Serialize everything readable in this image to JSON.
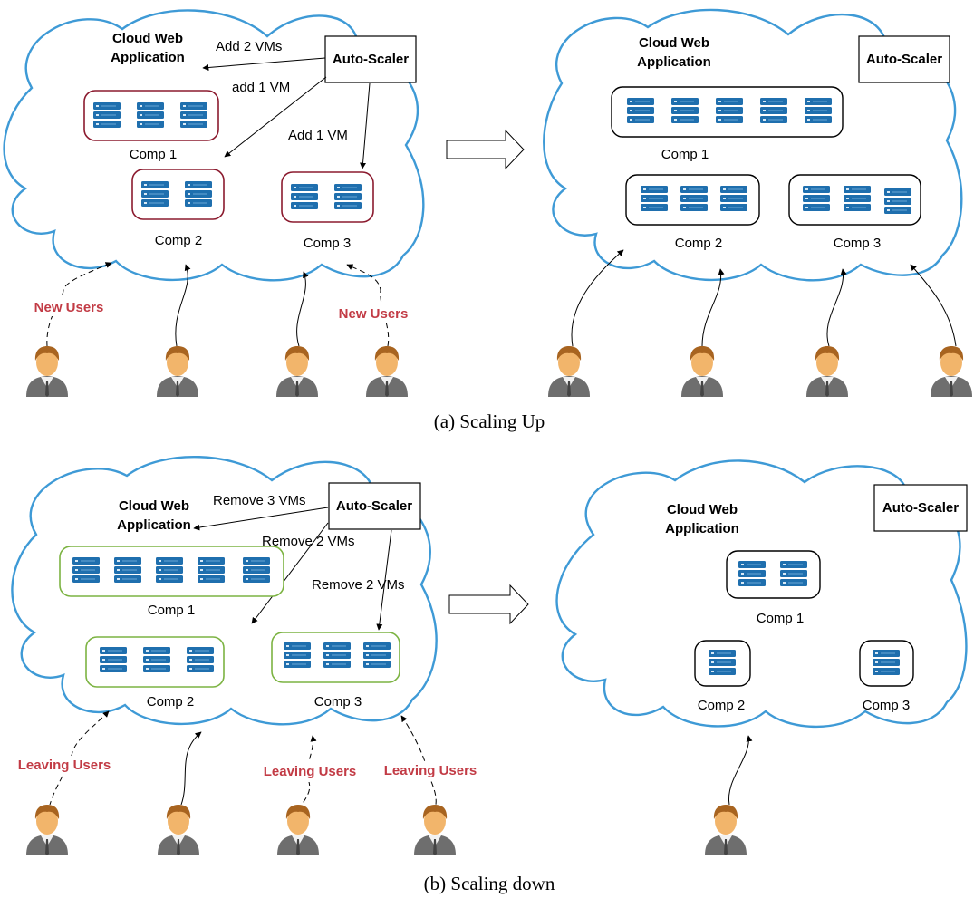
{
  "colors": {
    "cloud_stroke": "#3e9ad6",
    "server_blue": "#1f6fae",
    "up_group_border": "#8b1a2e",
    "down_group_border": "#7cb342",
    "neutral_group_border": "#000000",
    "user_label_red": "#c23b45"
  },
  "icons": {
    "server": "server-icon",
    "user": "user-icon",
    "transition": "arrow-right-icon"
  },
  "scaling_up": {
    "caption": "(a) Scaling Up",
    "before": {
      "cloud_title_line1": "Cloud Web",
      "cloud_title_line2": "Application",
      "autoscaler_label": "Auto-Scaler",
      "actions": [
        "Add 2 VMs",
        "add 1 VM",
        "Add 1 VM"
      ],
      "components": [
        {
          "label": "Comp 1",
          "vms": 3
        },
        {
          "label": "Comp 2",
          "vms": 2
        },
        {
          "label": "Comp 3",
          "vms": 2
        }
      ],
      "user_labels": [
        "New Users",
        "New Users"
      ]
    },
    "after": {
      "cloud_title_line1": "Cloud Web",
      "cloud_title_line2": "Application",
      "autoscaler_label": "Auto-Scaler",
      "components": [
        {
          "label": "Comp 1",
          "vms": 5
        },
        {
          "label": "Comp 2",
          "vms": 3
        },
        {
          "label": "Comp 3",
          "vms": 3
        }
      ]
    }
  },
  "scaling_down": {
    "caption": "(b) Scaling down",
    "before": {
      "cloud_title_line1": "Cloud Web",
      "cloud_title_line2": "Application",
      "autoscaler_label": "Auto-Scaler",
      "actions": [
        "Remove 3 VMs",
        "Remove 2 VMs",
        "Remove 2 VMs"
      ],
      "components": [
        {
          "label": "Comp 1",
          "vms": 5
        },
        {
          "label": "Comp 2",
          "vms": 3
        },
        {
          "label": "Comp 3",
          "vms": 3
        }
      ],
      "user_labels": [
        "Leaving Users",
        "Leaving Users",
        "Leaving Users"
      ]
    },
    "after": {
      "cloud_title_line1": "Cloud Web",
      "cloud_title_line2": "Application",
      "autoscaler_label": "Auto-Scaler",
      "components": [
        {
          "label": "Comp 1",
          "vms": 2
        },
        {
          "label": "Comp 2",
          "vms": 1
        },
        {
          "label": "Comp 3",
          "vms": 1
        }
      ]
    }
  }
}
